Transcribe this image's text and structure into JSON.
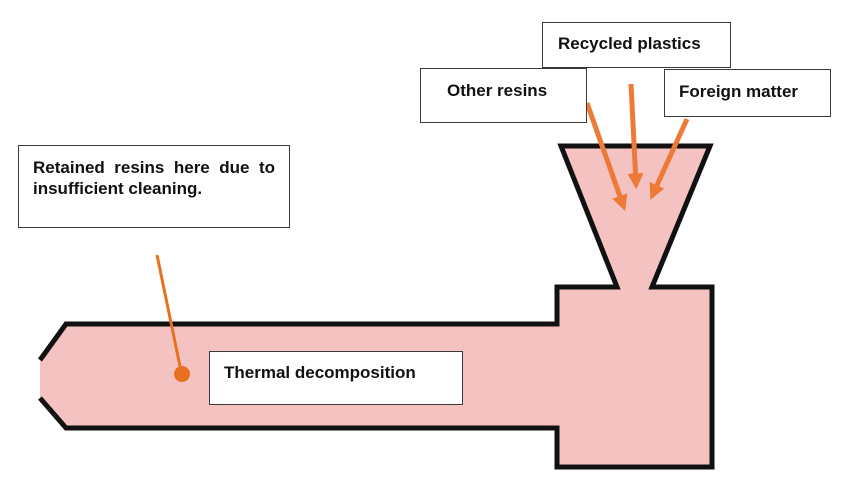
{
  "diagram": {
    "labels": {
      "recycled_plastics": "Recycled plastics",
      "other_resins": "Other resins",
      "foreign_matter": "Foreign matter",
      "retained_resins": "Retained resins here due to insufficient cleaning.",
      "thermal_decomposition": "Thermal decomposition"
    },
    "colors": {
      "barrel_fill": "#f5c2c2",
      "outline": "#111111",
      "arrow": "#ee7a38",
      "pointer": "#e8701f"
    }
  }
}
